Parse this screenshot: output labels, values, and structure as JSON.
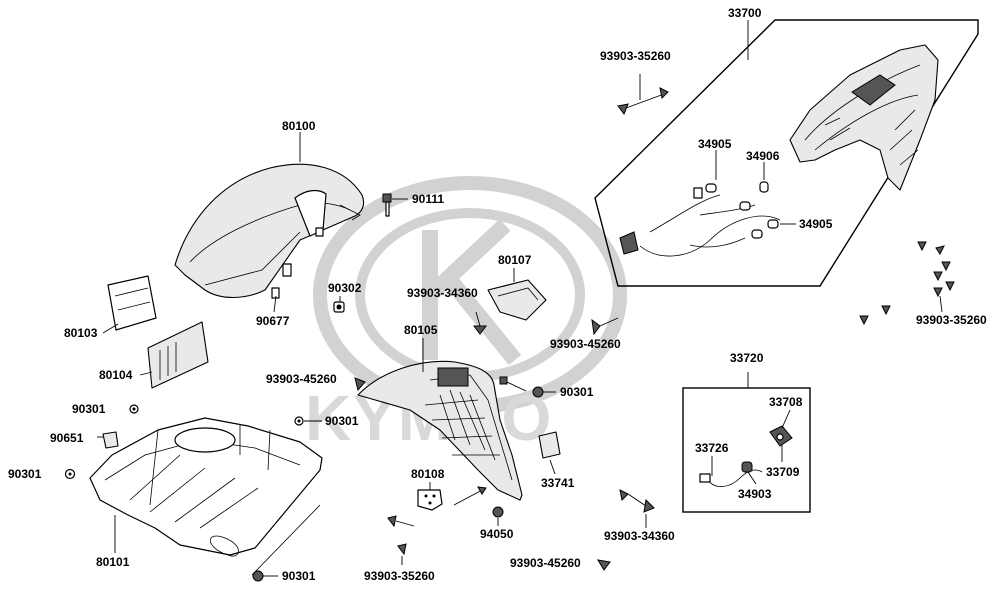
{
  "watermark": {
    "brand": "KYMCO"
  },
  "groups": {
    "left": "33700",
    "right": "33720"
  },
  "labels": {
    "p80100": "80100",
    "p90111": "90111",
    "p80103": "80103",
    "p80104": "80104",
    "p90677": "90677",
    "p90302": "90302",
    "p90301_a": "90301",
    "p90651": "90651",
    "p90301_b": "90301",
    "p90301_c": "90301",
    "p80101": "80101",
    "p90301_d": "90301",
    "p80107": "80107",
    "p93903_34360_a": "93903-34360",
    "p80105": "80105",
    "p93903_45260_a": "93903-45260",
    "p90301_e": "90301",
    "p80108": "80108",
    "p93903_35260_a": "93903-35260",
    "p94050": "94050",
    "p33741": "33741",
    "p93903_34360_b": "93903-34360",
    "p93903_45260_b": "93903-45260",
    "p93903_45260_c": "93903-45260",
    "p33700": "33700",
    "p93903_35260_b": "93903-35260",
    "p34905_a": "34905",
    "p34906": "34906",
    "p34905_b": "34905",
    "p93903_35260_c": "93903-35260",
    "p33720": "33720",
    "p33708": "33708",
    "p33726": "33726",
    "p33709": "33709",
    "p34903": "34903"
  }
}
